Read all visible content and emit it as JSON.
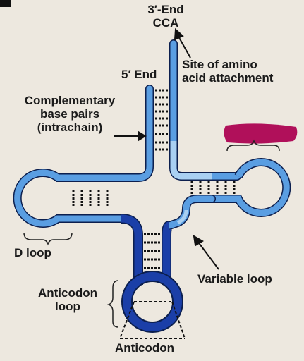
{
  "labels": {
    "three_end_line1": "3′-End",
    "three_end_line2": "CCA",
    "five_end": "5′ End",
    "site_line1": "Site of amino",
    "site_line2": "acid attachment",
    "complementary_line1": "Complementary",
    "complementary_line2": "base pairs",
    "complementary_line3": "(intrachain)",
    "d_loop": "D loop",
    "variable_loop": "Variable loop",
    "anticodon_loop_line1": "Anticodon",
    "anticodon_loop_line2": "loop",
    "anticodon": "Anticodon"
  },
  "colors": {
    "background": "#ede8df",
    "strand_light": "#5a9ee2",
    "strand_pale": "#a9d0f2",
    "strand_dark": "#1b3fa8",
    "outline": "#0c1f4e",
    "highlight_mark": "#b0105a",
    "corner_block": "#111111"
  }
}
